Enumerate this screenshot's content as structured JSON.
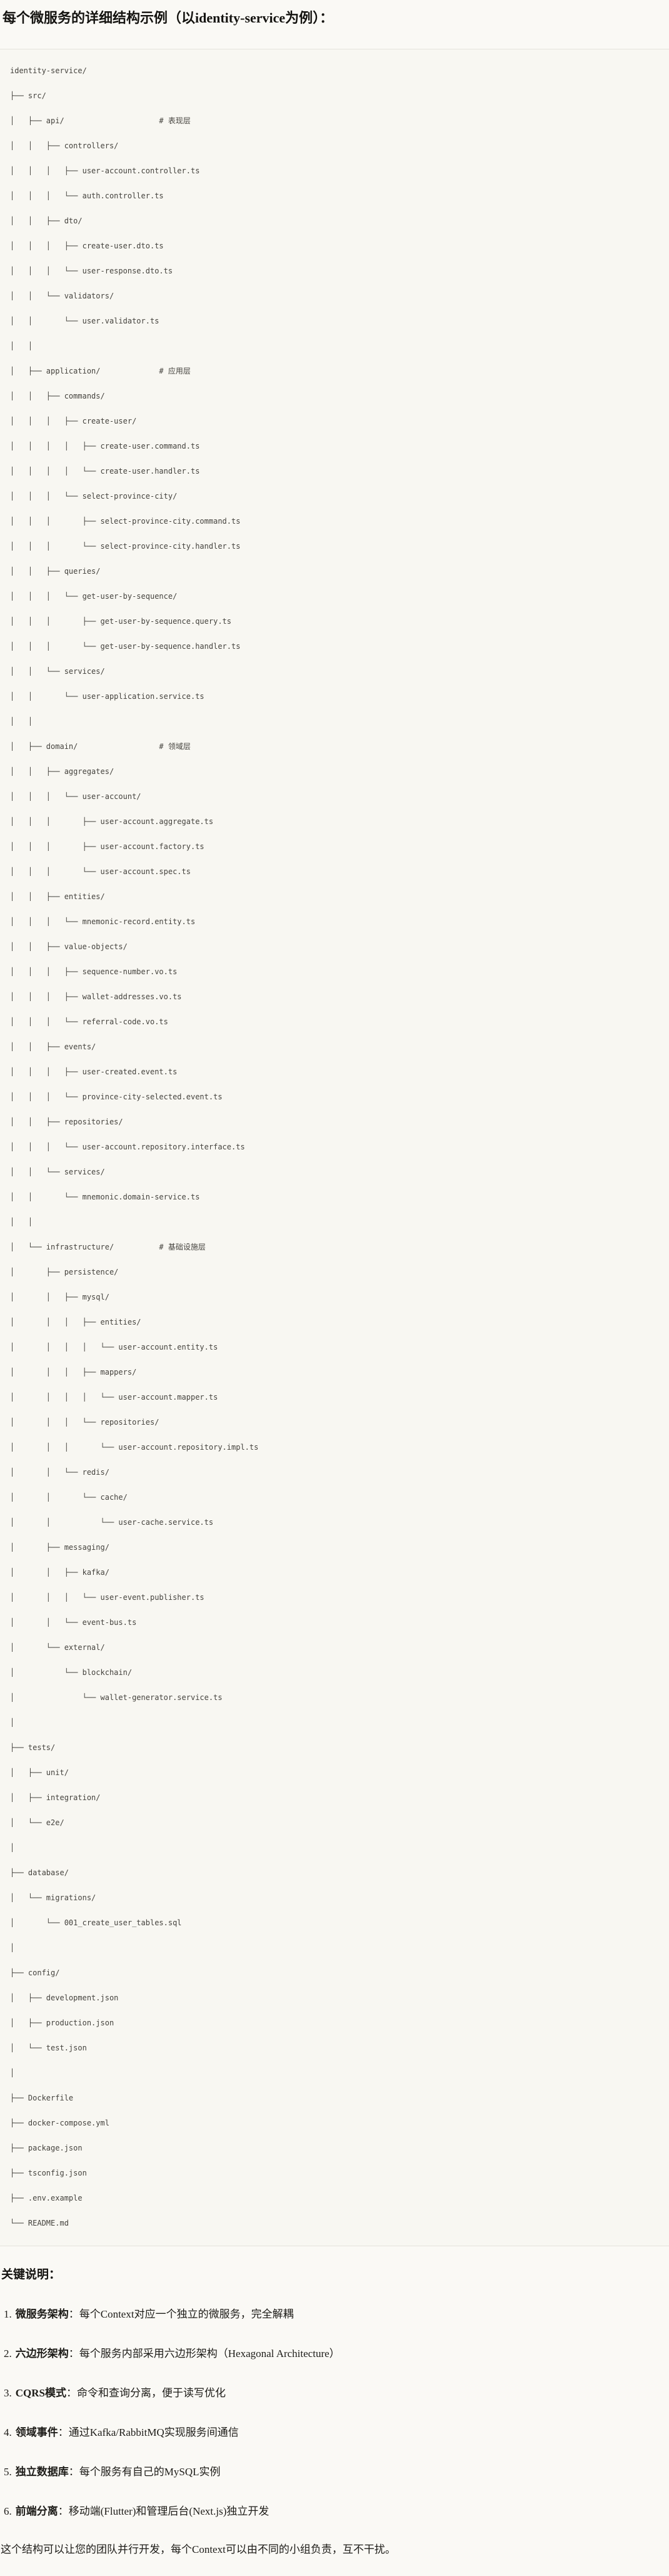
{
  "page": {
    "title": "每个微服务的详细结构示例（以identity-service为例）：",
    "section_heading": "关键说明："
  },
  "code_block": {
    "lines": [
      "identity-service/",
      "├── src/",
      "│   ├── api/                     # 表现层",
      "│   │   ├── controllers/",
      "│   │   │   ├── user-account.controller.ts",
      "│   │   │   └── auth.controller.ts",
      "│   │   ├── dto/",
      "│   │   │   ├── create-user.dto.ts",
      "│   │   │   └── user-response.dto.ts",
      "│   │   └── validators/",
      "│   │       └── user.validator.ts",
      "│   │",
      "│   ├── application/             # 应用层",
      "│   │   ├── commands/",
      "│   │   │   ├── create-user/",
      "│   │   │   │   ├── create-user.command.ts",
      "│   │   │   │   └── create-user.handler.ts",
      "│   │   │   └── select-province-city/",
      "│   │   │       ├── select-province-city.command.ts",
      "│   │   │       └── select-province-city.handler.ts",
      "│   │   ├── queries/",
      "│   │   │   └── get-user-by-sequence/",
      "│   │   │       ├── get-user-by-sequence.query.ts",
      "│   │   │       └── get-user-by-sequence.handler.ts",
      "│   │   └── services/",
      "│   │       └── user-application.service.ts",
      "│   │",
      "│   ├── domain/                  # 领域层",
      "│   │   ├── aggregates/",
      "│   │   │   └── user-account/",
      "│   │   │       ├── user-account.aggregate.ts",
      "│   │   │       ├── user-account.factory.ts",
      "│   │   │       └── user-account.spec.ts",
      "│   │   ├── entities/",
      "│   │   │   └── mnemonic-record.entity.ts",
      "│   │   ├── value-objects/",
      "│   │   │   ├── sequence-number.vo.ts",
      "│   │   │   ├── wallet-addresses.vo.ts",
      "│   │   │   └── referral-code.vo.ts",
      "│   │   ├── events/",
      "│   │   │   ├── user-created.event.ts",
      "│   │   │   └── province-city-selected.event.ts",
      "│   │   ├── repositories/",
      "│   │   │   └── user-account.repository.interface.ts",
      "│   │   └── services/",
      "│   │       └── mnemonic.domain-service.ts",
      "│   │",
      "│   └── infrastructure/          # 基础设施层",
      "│       ├── persistence/",
      "│       │   ├── mysql/",
      "│       │   │   ├── entities/",
      "│       │   │   │   └── user-account.entity.ts",
      "│       │   │   ├── mappers/",
      "│       │   │   │   └── user-account.mapper.ts",
      "│       │   │   └── repositories/",
      "│       │   │       └── user-account.repository.impl.ts",
      "│       │   └── redis/",
      "│       │       └── cache/",
      "│       │           └── user-cache.service.ts",
      "│       ├── messaging/",
      "│       │   ├── kafka/",
      "│       │   │   └── user-event.publisher.ts",
      "│       │   └── event-bus.ts",
      "│       └── external/",
      "│           └── blockchain/",
      "│               └── wallet-generator.service.ts",
      "│",
      "├── tests/",
      "│   ├── unit/",
      "│   ├── integration/",
      "│   └── e2e/",
      "│",
      "├── database/",
      "│   └── migrations/",
      "│       └── 001_create_user_tables.sql",
      "│",
      "├── config/",
      "│   ├── development.json",
      "│   ├── production.json",
      "│   └── test.json",
      "│",
      "├── Dockerfile",
      "├── docker-compose.yml",
      "├── package.json",
      "├── tsconfig.json",
      "├── .env.example",
      "└── README.md"
    ]
  },
  "key_points": {
    "items": [
      {
        "num": "1.",
        "label": "微服务架构",
        "text": "：每个Context对应一个独立的微服务，完全解耦"
      },
      {
        "num": "2.",
        "label": "六边形架构",
        "text": "：每个服务内部采用六边形架构（Hexagonal Architecture）"
      },
      {
        "num": "3.",
        "label": "CQRS模式",
        "text": "：命令和查询分离，便于读写优化"
      },
      {
        "num": "4.",
        "label": "领域事件",
        "text": "：通过Kafka/RabbitMQ实现服务间通信"
      },
      {
        "num": "5.",
        "label": "独立数据库",
        "text": "：每个服务有自己的MySQL实例"
      },
      {
        "num": "6.",
        "label": "前端分离",
        "text": "：移动端(Flutter)和管理后台(Next.js)独立开发"
      }
    ]
  },
  "footer": {
    "text": "这个结构可以让您的团队并行开发，每个Context可以由不同的小组负责，互不干扰。"
  }
}
